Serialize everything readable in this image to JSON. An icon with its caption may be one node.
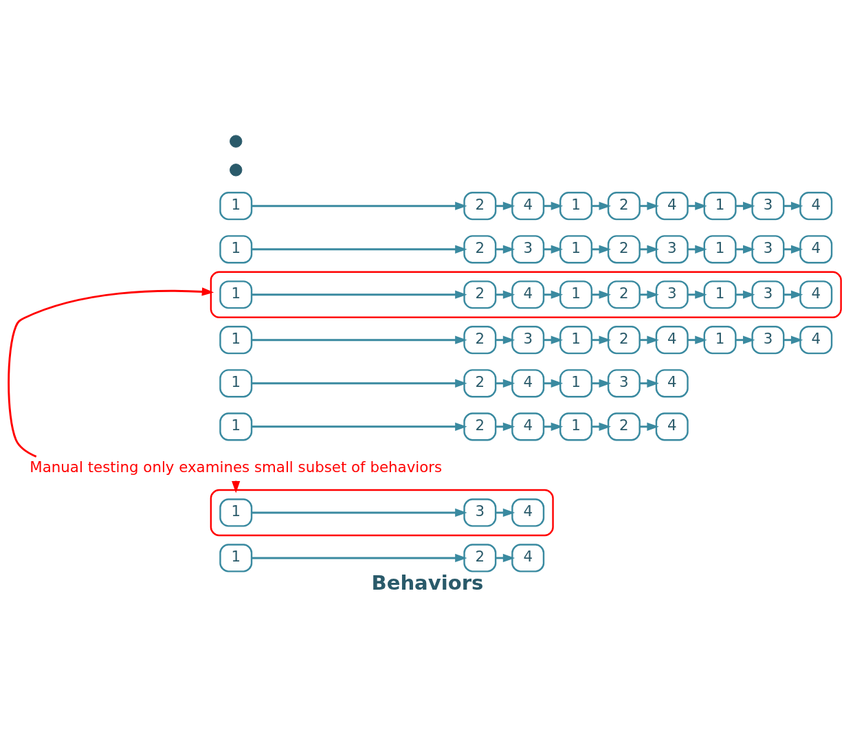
{
  "diagram": {
    "caption": "Behaviors",
    "nodes": [
      {
        "text": [
          "1"
        ]
      },
      {
        "text": [
          "2"
        ]
      },
      {
        "text": [
          "4"
        ]
      },
      {
        "text": [],
        "shape": "ellipse"
      },
      {
        "text": [
          "1"
        ],
        "in": 3
      },
      {
        "text": [
          "3"
        ],
        "in": 3
      },
      {
        "text": [
          "4"
        ],
        "in": 3
      },
      {
        "text": [
          "Manual testing only examines small subset of behaviors"
        ]
      },
      {
        "text": [
          "1"
        ]
      },
      {
        "text": [
          "2"
        ]
      },
      {
        "text": [
          "4"
        ]
      },
      {
        "text": [
          "1"
        ]
      },
      {
        "text": [
          "2"
        ]
      },
      {
        "text": [
          "4"
        ]
      },
      {
        "text": [
          "1"
        ]
      },
      {
        "text": [
          "2"
        ]
      },
      {
        "text": [
          "4"
        ]
      },
      {
        "text": [
          "1"
        ]
      },
      {
        "text": [
          "3"
        ]
      },
      {
        "text": [
          "4"
        ]
      },
      {
        "text": [
          "1"
        ]
      },
      {
        "text": [
          "2"
        ]
      },
      {
        "text": [
          "3"
        ]
      },
      {
        "text": [
          "1"
        ]
      },
      {
        "text": [
          "2"
        ]
      },
      {
        "text": [
          "4"
        ]
      },
      {
        "text": [
          "1"
        ]
      },
      {
        "text": [
          "3"
        ]
      },
      {
        "text": [
          "4"
        ]
      },
      {
        "text": [],
        "shape": "ellipse"
      },
      {
        "text": [
          "1"
        ],
        "in": 29
      },
      {
        "text": [
          "2"
        ],
        "in": 29
      },
      {
        "text": [
          "4"
        ],
        "in": 29
      },
      {
        "text": [
          "1"
        ],
        "in": 29
      },
      {
        "text": [
          "2"
        ],
        "in": 29
      },
      {
        "text": [
          "3"
        ],
        "in": 29
      },
      {
        "text": [
          "1"
        ],
        "in": 29
      },
      {
        "text": [
          "3"
        ],
        "in": 29
      },
      {
        "text": [
          "4"
        ],
        "in": 29
      },
      {
        "text": [
          "1"
        ]
      },
      {
        "text": [
          "2"
        ]
      },
      {
        "text": [
          "3"
        ]
      },
      {
        "text": [
          "1"
        ]
      },
      {
        "text": [
          "2"
        ]
      },
      {
        "text": [
          "3"
        ]
      },
      {
        "text": [
          "1"
        ]
      },
      {
        "text": [
          "3"
        ]
      },
      {
        "text": [
          "4"
        ]
      },
      {
        "text": [
          "1"
        ]
      },
      {
        "text": [
          "2"
        ]
      },
      {
        "text": [
          "4"
        ]
      },
      {
        "text": [
          "1"
        ]
      },
      {
        "text": [
          "2"
        ]
      },
      {
        "text": [
          "4"
        ]
      },
      {
        "text": [
          "1"
        ]
      },
      {
        "text": [
          "3"
        ]
      },
      {
        "text": [
          "4"
        ]
      },
      {
        "text": [],
        "shape": "circle"
      },
      {
        "text": [],
        "shape": "circle"
      }
    ],
    "edges": [
      {
        "from": 0,
        "to": 1,
        "arrow": "to"
      },
      {
        "from": 1,
        "to": 2,
        "arrow": "to"
      },
      {
        "from": 4,
        "to": 5,
        "arrow": "to"
      },
      {
        "from": 5,
        "to": 6,
        "arrow": "to"
      },
      {
        "from": 7,
        "to": 3,
        "arrow": "to",
        "color": "#ff0000"
      },
      {
        "from": 8,
        "to": 9,
        "arrow": "to"
      },
      {
        "from": 9,
        "to": 10,
        "arrow": "to"
      },
      {
        "from": 10,
        "to": 11,
        "arrow": "to"
      },
      {
        "from": 11,
        "to": 12,
        "arrow": "to"
      },
      {
        "from": 12,
        "to": 13,
        "arrow": "to"
      },
      {
        "from": 14,
        "to": 15,
        "arrow": "to"
      },
      {
        "from": 15,
        "to": 16,
        "arrow": "to"
      },
      {
        "from": 16,
        "to": 17,
        "arrow": "to"
      },
      {
        "from": 17,
        "to": 18,
        "arrow": "to"
      },
      {
        "from": 18,
        "to": 19,
        "arrow": "to"
      },
      {
        "from": 20,
        "to": 21,
        "arrow": "to"
      },
      {
        "from": 21,
        "to": 22,
        "arrow": "to"
      },
      {
        "from": 22,
        "to": 23,
        "arrow": "to"
      },
      {
        "from": 23,
        "to": 24,
        "arrow": "to"
      },
      {
        "from": 24,
        "to": 25,
        "arrow": "to"
      },
      {
        "from": 25,
        "to": 26,
        "arrow": "to"
      },
      {
        "from": 26,
        "to": 27,
        "arrow": "to"
      },
      {
        "from": 27,
        "to": 28,
        "arrow": "to"
      },
      {
        "from": 7,
        "to": 29,
        "arrow": "to",
        "color": "#ff0000"
      },
      {
        "from": 30,
        "to": 31,
        "arrow": "to"
      },
      {
        "from": 31,
        "to": 32,
        "arrow": "to"
      },
      {
        "from": 32,
        "to": 33,
        "arrow": "to"
      },
      {
        "from": 33,
        "to": 34,
        "arrow": "to"
      },
      {
        "from": 34,
        "to": 35,
        "arrow": "to"
      },
      {
        "from": 35,
        "to": 36,
        "arrow": "to"
      },
      {
        "from": 36,
        "to": 37,
        "arrow": "to"
      },
      {
        "from": 37,
        "to": 38,
        "arrow": "to"
      },
      {
        "from": 39,
        "to": 40,
        "arrow": "to"
      },
      {
        "from": 40,
        "to": 41,
        "arrow": "to"
      },
      {
        "from": 41,
        "to": 42,
        "arrow": "to"
      },
      {
        "from": 42,
        "to": 43,
        "arrow": "to"
      },
      {
        "from": 43,
        "to": 44,
        "arrow": "to"
      },
      {
        "from": 44,
        "to": 45,
        "arrow": "to"
      },
      {
        "from": 45,
        "to": 46,
        "arrow": "to"
      },
      {
        "from": 46,
        "to": 47,
        "arrow": "to"
      },
      {
        "from": 48,
        "to": 49,
        "arrow": "to"
      },
      {
        "from": 49,
        "to": 50,
        "arrow": "to"
      },
      {
        "from": 50,
        "to": 51,
        "arrow": "to"
      },
      {
        "from": 51,
        "to": 52,
        "arrow": "to"
      },
      {
        "from": 52,
        "to": 53,
        "arrow": "to"
      },
      {
        "from": 53,
        "to": 54,
        "arrow": "to"
      },
      {
        "from": 54,
        "to": 55,
        "arrow": "to"
      },
      {
        "from": 55,
        "to": 56,
        "arrow": "to"
      }
    ]
  }
}
